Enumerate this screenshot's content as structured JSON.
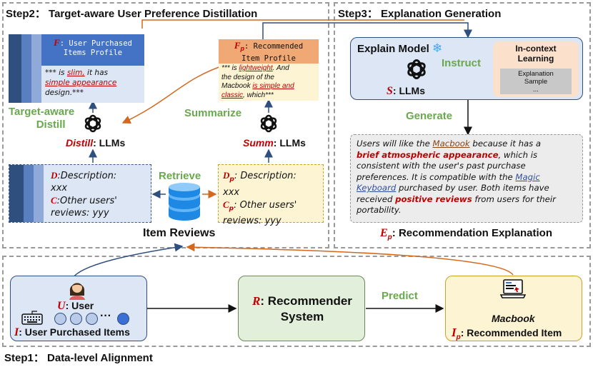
{
  "step2": {
    "title": "Step2： Target-aware User Preference Distillation",
    "user_profile": {
      "symbol": "F",
      "title_line1": ": User Purchased",
      "title_line2": "Items Profile",
      "text_a": "*** is ",
      "highlight1": "slim,",
      "text_b": " it has",
      "highlight2": "simple appearance",
      "text_c": "design.***"
    },
    "item_profile": {
      "symbol": "F",
      "subscript": "p",
      "title_line1": ": Recommended",
      "title_line2": "Item Profile",
      "text_a": "*** is ",
      "highlight1": "lightweight",
      "text_b": ". And",
      "text_c": "the design of the",
      "text_d": "Macbook ",
      "highlight2": "is simple and",
      "highlight3": "classic",
      "text_e": ", which***"
    },
    "distill_label_line1": "Target-aware",
    "distill_label_line2": "Distill",
    "summarize_label": "Summarize",
    "distill_llm_symbol": "Distill",
    "distill_llm_text": ": LLMs",
    "summ_llm_symbol": "Summ",
    "summ_llm_text": ": LLMs",
    "user_reviews": {
      "d_symbol": "D",
      "d_text": ":Description:",
      "d_value": "xxx",
      "c_symbol": "C",
      "c_text": ":Other users'",
      "c_value": "reviews: yyy"
    },
    "item_reviews_card": {
      "d_symbol": "D",
      "d_sub": "p",
      "d_text": ": Description:",
      "d_value": "xxx",
      "c_symbol": "C",
      "c_sub": "p",
      "c_text": ": Other users'",
      "c_value": "reviews: yyy"
    },
    "retrieve_label": "Retrieve",
    "item_reviews_label": "Item Reviews"
  },
  "step3": {
    "title": "Step3： Explanation Generation",
    "explain_model_label": "Explain Model",
    "snowflake": "❄",
    "instruct_label": "Instruct",
    "icl_title_line1": "In-context",
    "icl_title_line2": "Learning",
    "sample_line1": "Explanation",
    "sample_line2": "Sample",
    "sample_line3": "...",
    "s_symbol": "S",
    "s_text": ": LLMs",
    "generate_label": "Generate",
    "explanation": {
      "t1": "Users will like the ",
      "macbook": "Macbook",
      "t2": " because it has  a",
      "brief": "brief atmospheric appearance",
      "t3": ", which is",
      "t4": "consistent with the user's past purchase",
      "t5": "preferences. It is compatible with the ",
      "magic": "Magic",
      "keyboard": "Keyboard",
      "t6": " purchased by user. Both items have",
      "t7": "received ",
      "positive": "positive reviews",
      "t8": " from users for their",
      "t9": "portability."
    },
    "ep_symbol": "E",
    "ep_sub": "p",
    "ep_text": ": Recommendation Explanation"
  },
  "step1": {
    "title": "Step1： Data-level Alignment",
    "u_symbol": "U",
    "u_text": ": User",
    "i_symbol": "I",
    "i_text": ": User Purchased Items",
    "dots": "···",
    "r_symbol": "R",
    "r_text": ": Recommender",
    "r_text2": "System",
    "predict_label": "Predict",
    "macbook_label": "Macbook",
    "ip_symbol": "I",
    "ip_sub": "p",
    "ip_text": ": Recommended Item"
  },
  "colors": {
    "green_label": "#6aa84f",
    "red_symbol": "#c00000",
    "orange_arrow": "#d2691e",
    "dark_blue": "#2f4f7f"
  }
}
